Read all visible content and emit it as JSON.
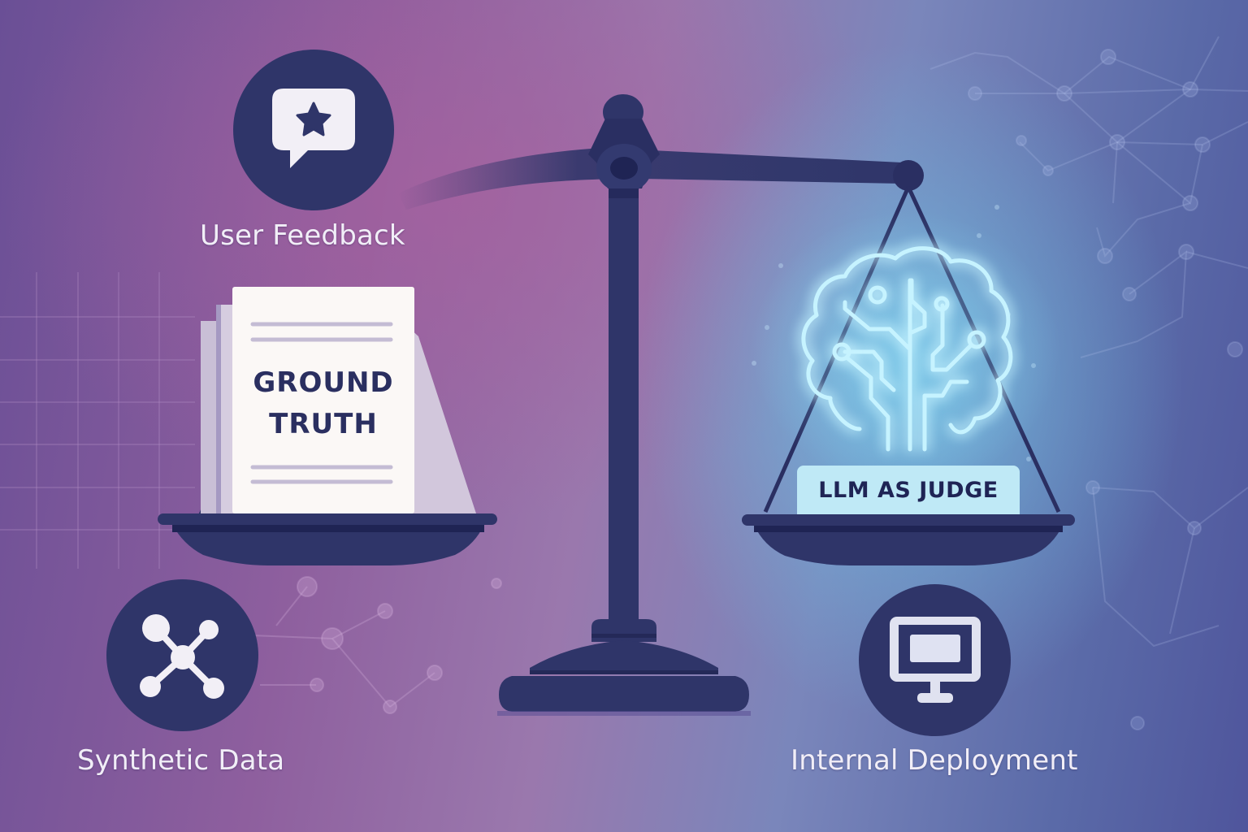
{
  "diagram": {
    "concept": "balance-scale",
    "colors": {
      "scale": "#2f3569",
      "scale_dark": "#222857",
      "label_text": "#f1eef7",
      "document_paper": "#fbf8f6",
      "brain_glow": "#9fe6ff",
      "badge_bg": "#bfe9f6",
      "background_left": "#8e5f9e",
      "background_right": "#5a6aa8"
    },
    "left_pan": {
      "item": "document-stack",
      "title_line1": "GROUND",
      "title_line2": "TRUTH"
    },
    "right_pan": {
      "item": "glowing-circuit-brain",
      "badge": "LLM AS JUDGE"
    },
    "corner_items": [
      {
        "id": "user-feedback",
        "icon": "chat-bubble-star-icon",
        "label": "User Feedback"
      },
      {
        "id": "synthetic-data",
        "icon": "network-nodes-icon",
        "label": "Synthetic Data"
      },
      {
        "id": "internal-deployment",
        "icon": "monitor-icon",
        "label": "Internal Deployment"
      }
    ]
  }
}
